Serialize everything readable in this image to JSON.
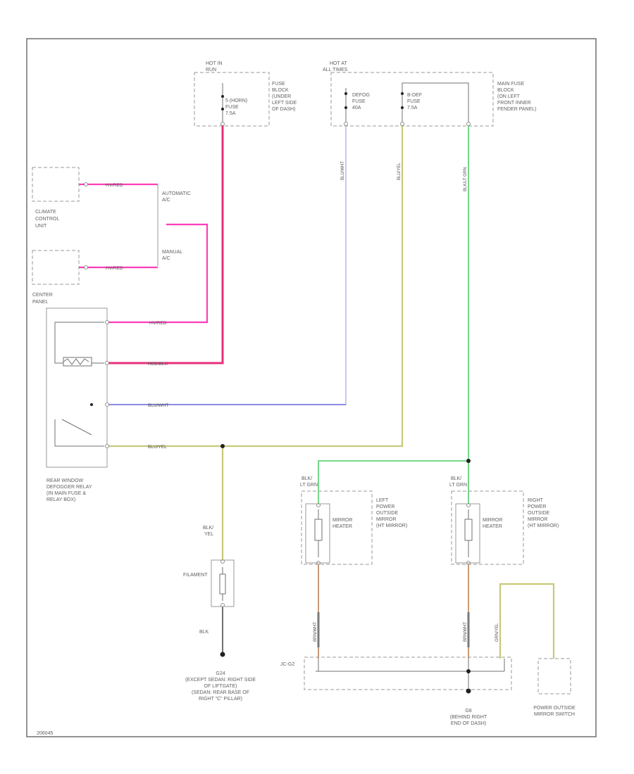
{
  "labels": {
    "hot_run_1": "HOT IN",
    "hot_run_2": "RUN",
    "fuse_block_1": "FUSE",
    "fuse_block_2": "BLOCK",
    "fuse_block_3": "(UNDER",
    "fuse_block_4": "LEFT SIDE",
    "fuse_block_5": "OF DASH)",
    "fuse5_1": "5 (HORN)",
    "fuse5_2": "FUSE",
    "fuse5_3": "7.5A",
    "hot_all_1": "HOT AT",
    "hot_all_2": "ALL TIMES",
    "defog_1": "DEFOG",
    "defog_2": "FUSE",
    "defog_3": "40A",
    "bdef_1": "B-DEF",
    "bdef_2": "FUSE",
    "bdef_3": "7.5A",
    "main_1": "MAIN FUSE",
    "main_2": "BLOCK",
    "main_3": "(ON LEFT",
    "main_4": "FRONT INNER",
    "main_5": "FENDER PANEL)",
    "climate_1": "CLIMATE",
    "climate_2": "CONTROL",
    "climate_3": "UNIT",
    "auto_1": "AUTOMATIC",
    "auto_2": "A/C",
    "manual_1": "MANUAL",
    "manual_2": "A/C",
    "center_1": "CENTER",
    "center_2": "PANEL",
    "relay_1": "REAR WINDOW",
    "relay_2": "DEFOGGER RELAY",
    "relay_3": "(IN MAIN FUSE &",
    "relay_4": "RELAY BOX)",
    "filament": "FILAMENT",
    "blkyel_1": "BLK/",
    "blkyel_2": "YEL",
    "blk": "BLK",
    "g24_1": "G24",
    "g24_2": "(EXCEPT SEDAN: RIGHT SIDE",
    "g24_3": "OF LIFTGATE)",
    "g24_4": "(SEDAN: REAR BASE OF",
    "g24_5": "RIGHT \"C\" PILLAR)",
    "blk_lt_l1": "BLK/",
    "blk_lt_l2": "LT GRN",
    "blk_lt_r1": "BLK/",
    "blk_lt_r2": "LT GRN",
    "mh_l1": "MIRROR",
    "mh_l2": "HEATER",
    "mh_r1": "MIRROR",
    "mh_r2": "HEATER",
    "lmir_1": "LEFT",
    "lmir_2": "POWER",
    "lmir_3": "OUTSIDE",
    "lmir_4": "MIRROR",
    "lmir_5": "(HT MIRROR)",
    "rmir_1": "RIGHT",
    "rmir_2": "POWER",
    "rmir_3": "OUTSIDE",
    "rmir_4": "MIRROR",
    "rmir_5": "(HT MIRROR)",
    "jc": "JC-G2",
    "g8_1": "G8",
    "g8_2": "(BEHIND RIGHT",
    "g8_3": "END OF DASH)",
    "pos_1": "POWER OUTSIDE",
    "pos_2": "MIRROR SWITCH",
    "code": "206045"
  },
  "wires": {
    "hvpred_a": "HV/RED",
    "hvpred_b": "HV/RED",
    "hvpred_c": "HV/RED",
    "redblu": "RED/BLU",
    "bluwht": "BLU/WHT",
    "bluyel": "BLU/YEL",
    "v_bluwht": "BLU/WHT",
    "v_bluyel": "BLU/YEL",
    "v_blkltgrn": "BLK/LT GRN",
    "v_brn_l": "BRN/WHT",
    "v_brn_r": "BRN/WHT",
    "v_grnyel": "GRN/YEL"
  },
  "colors": {
    "pink": "#ff3db8",
    "red_pink": "#e8307a",
    "blue": "#7070e0",
    "lavender": "#b9b9e8",
    "olive": "#c8c878",
    "green": "#74d88a",
    "brown": "#c89a78",
    "frame": "#707070"
  }
}
